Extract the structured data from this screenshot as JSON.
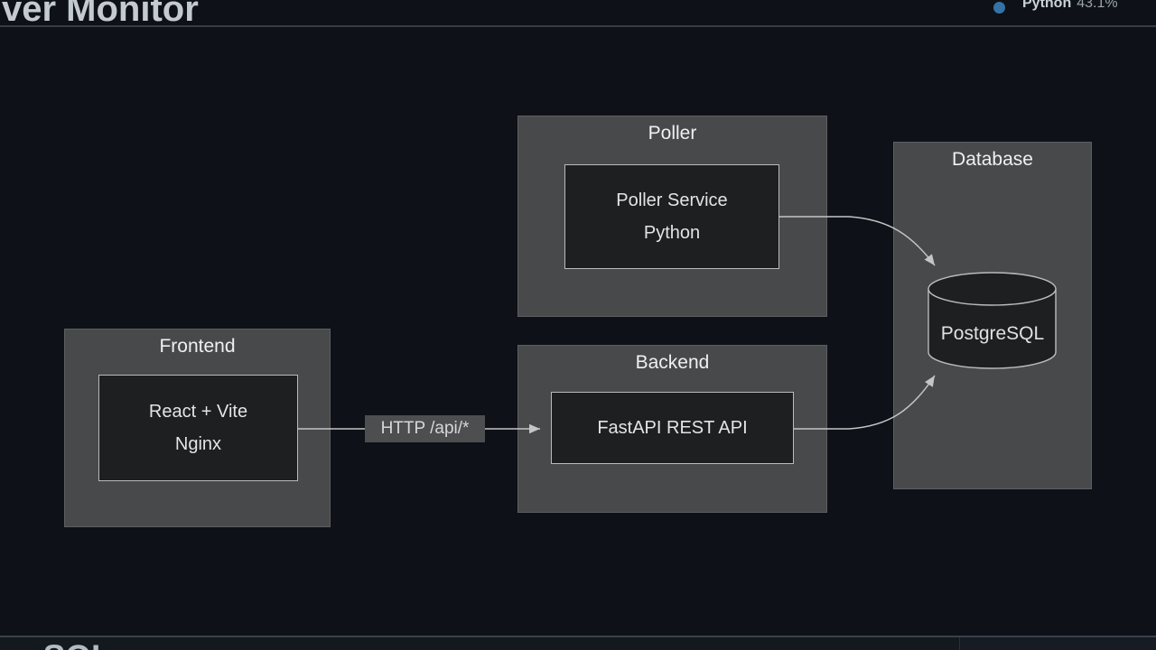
{
  "page": {
    "title_partial": "ver Monitor",
    "bottom_heading_partial": "greSQL"
  },
  "language_stats": {
    "name": "Python",
    "percent": "43.1%",
    "dot_color": "#3572A5"
  },
  "diagram": {
    "type": "flowchart",
    "clusters": {
      "frontend": {
        "title": "Frontend"
      },
      "backend": {
        "title": "Backend"
      },
      "poller": {
        "title": "Poller"
      },
      "database": {
        "title": "Database"
      }
    },
    "nodes": {
      "frontend_app": {
        "lines": [
          "React + Vite",
          "Nginx"
        ]
      },
      "backend_api": {
        "lines": [
          "FastAPI REST API"
        ]
      },
      "poller_service": {
        "lines": [
          "Poller Service",
          "Python"
        ]
      },
      "database_store": {
        "label": "PostgreSQL",
        "shape": "cylinder"
      }
    },
    "edges": [
      {
        "from": "frontend_app",
        "to": "backend_api",
        "label": "HTTP /api/*"
      },
      {
        "from": "poller_service",
        "to": "database_store",
        "label": ""
      },
      {
        "from": "backend_api",
        "to": "database_store",
        "label": ""
      }
    ],
    "colors": {
      "cluster_fill": "#47494b",
      "cluster_border": "#5c5f62",
      "node_fill": "#1d1f21",
      "node_border": "#b9bbbd",
      "node_text": "#e2e4e6",
      "edge": "#c3c5c6",
      "edge_label_bg": "#4c4e50"
    }
  }
}
